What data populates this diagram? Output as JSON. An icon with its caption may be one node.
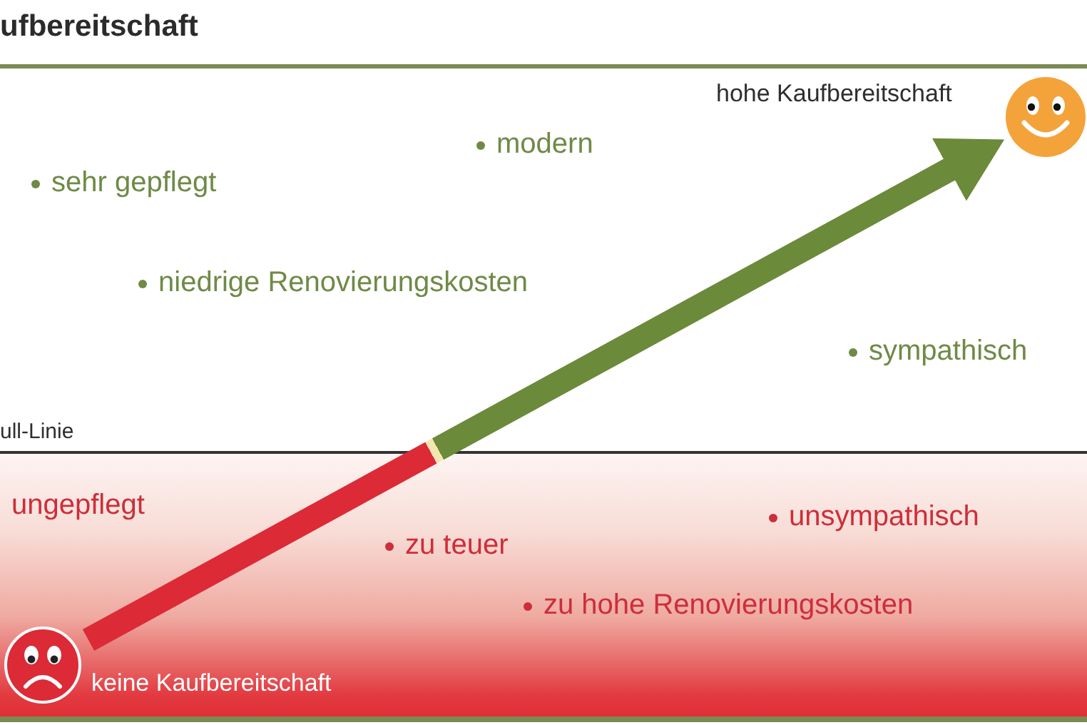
{
  "diagram": {
    "title": "ufbereitschaft",
    "nodes": [
      {
        "text": [],
        "shape": "picture",
        "beside": [
          "hohe Kaufbereitschaft"
        ]
      },
      {
        "text": [],
        "shape": "picture",
        "beside": [
          "keine Kaufbereitschaft"
        ]
      }
    ],
    "edges": [
      {
        "from": 1,
        "to": 0,
        "arrow": "to",
        "style": "thick"
      }
    ],
    "labels": [
      "modern",
      "sehr gepflegt",
      "niedrige Renovierungskosten",
      "sympathisch",
      "ull-Linie",
      "ungepflegt",
      "unsympathisch",
      "zu teuer",
      "zu hohe Renovierungskosten"
    ]
  }
}
